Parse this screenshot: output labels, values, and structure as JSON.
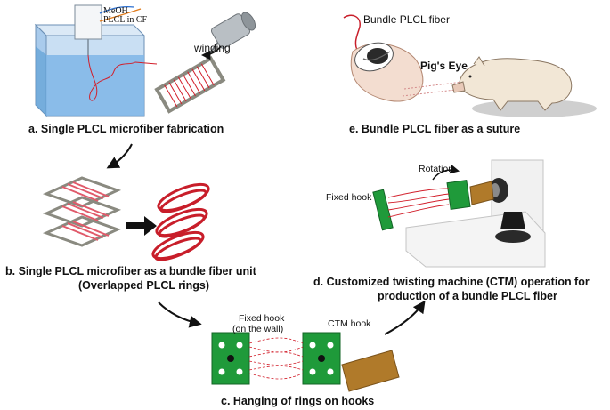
{
  "panels": {
    "a": {
      "caption": "a. Single PLCL microfiber fabrication",
      "meoh": "MeOH",
      "plcl_in_cf": "PLCL in CF",
      "winding": "winding"
    },
    "b": {
      "caption_line1": "b. Single PLCL microfiber as a bundle fiber unit",
      "caption_line2": "(Overlapped PLCL rings)"
    },
    "c": {
      "caption": "c. Hanging of rings on hooks",
      "fixed_hook_line1": "Fixed hook",
      "fixed_hook_line2": "(on the wall)",
      "ctm_hook": "CTM hook"
    },
    "d": {
      "caption_line1": "d. Customized twisting machine (CTM) operation for",
      "caption_line2": "production of a bundle PLCL fiber",
      "fixed_hook": "Fixed hook",
      "rotation": "Rotation"
    },
    "e": {
      "caption": "e. Bundle PLCL fiber as a suture",
      "bundle_label": "Bundle PLCL fiber",
      "pigs_eye": "Pig's Eye"
    }
  },
  "colors": {
    "water": "#7fb6e6",
    "tank": "#c9dff3",
    "fiber_red": "#d21f2b",
    "board_green": "#1f9a3a",
    "wood": "#b07a2a"
  }
}
